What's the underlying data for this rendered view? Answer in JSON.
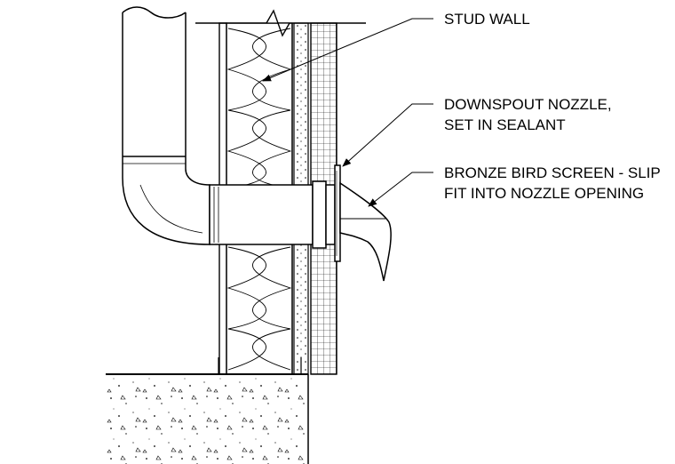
{
  "labels": {
    "stud_wall": "STUD WALL",
    "downspout_line1": "DOWNSPOUT NOZZLE,",
    "downspout_line2": "SET IN SEALANT",
    "bird_screen_line1": "BRONZE BIRD SCREEN - SLIP",
    "bird_screen_line2": "FIT INTO NOZZLE OPENING"
  },
  "colors": {
    "line": "#000000",
    "background": "#ffffff"
  }
}
